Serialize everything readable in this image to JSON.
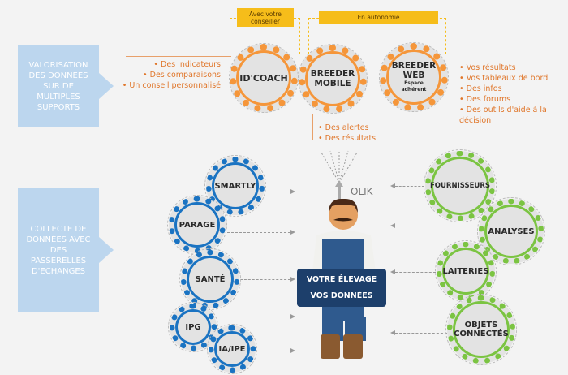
{
  "sections": {
    "top": "VALORISATION DES DONNÉES SUR DE MULTIPLES SUPPORTS",
    "bottom": "COLLECTE DE DONNÉES AVEC DES PASSERELLES D'ECHANGES"
  },
  "tags": {
    "advisor": "Avec votre conseiller",
    "autonomy": "En autonomie"
  },
  "tools": [
    {
      "name": "ID'COACH",
      "sub": ""
    },
    {
      "name": "BREEDER MOBILE",
      "sub": ""
    },
    {
      "name": "BREEDER WEB",
      "sub": "Espace adhérent"
    }
  ],
  "idcoach_bullets": [
    "Des indicateurs",
    "Des comparaisons",
    "Un conseil personnalisé"
  ],
  "mobile_bullets": [
    "Des alertes",
    "Des résultats"
  ],
  "web_bullets": [
    "Vos résultats",
    "Vos tableaux de bord",
    "Des infos",
    "Des forums",
    "Des outils d'aide à la décision"
  ],
  "sources_left": [
    "SMARTLY",
    "PARAGE",
    "SANTÉ",
    "IPG",
    "IA/IPE"
  ],
  "sources_right": [
    "FOURNISSEURS",
    "ANALYSES",
    "LAITERIES",
    "OBJETS CONNECTÉS"
  ],
  "center": {
    "line1": "VOTRE ÉLEVAGE",
    "line2": "VOS DONNÉES",
    "olik": "OLIK"
  },
  "colors": {
    "orange": "#f5963a",
    "blue": "#1a73c2",
    "green": "#7bc442",
    "navy": "#1d3f6b",
    "yellow": "#f6bd1a"
  }
}
